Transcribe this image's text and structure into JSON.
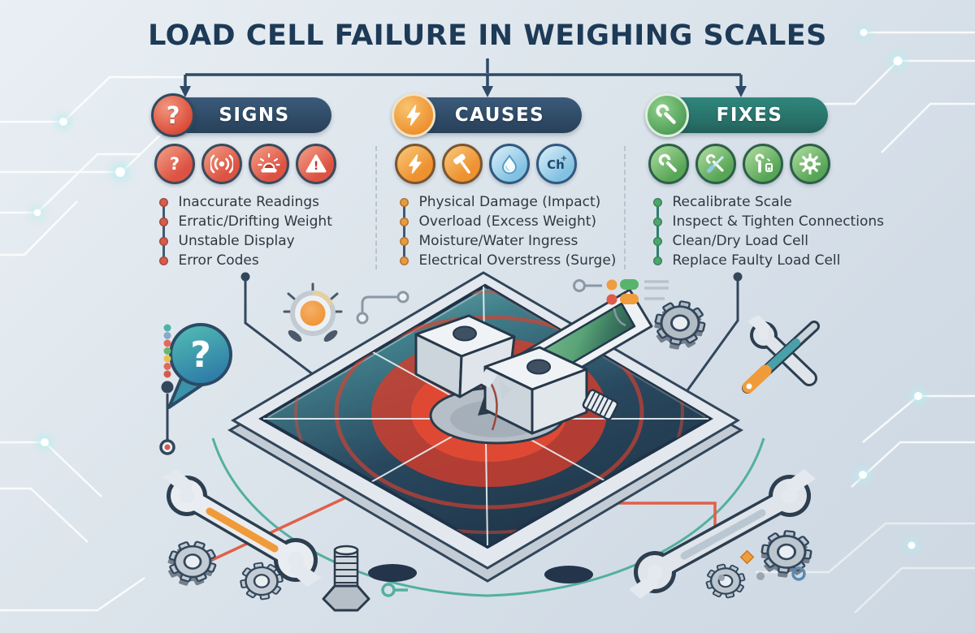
{
  "title": "LOAD CELL FAILURE IN WEIGHING SCALES",
  "columns": [
    {
      "id": "signs",
      "label": "SIGNS",
      "badge_icon": "question-mark",
      "icon_names": [
        "question-circle-icon",
        "vibration-icon",
        "alarm-light-icon",
        "warning-triangle-icon"
      ],
      "items": [
        "Inaccurate Readings",
        "Erratic/Drifting Weight",
        "Unstable Display",
        "Error Codes"
      ]
    },
    {
      "id": "causes",
      "label": "CAUSES",
      "badge_icon": "lightning-bolt",
      "icon_names": [
        "lightning-icon",
        "hammer-icon",
        "water-drop-icon",
        "chemical-icon"
      ],
      "items": [
        "Physical Damage (Impact)",
        "Overload (Excess Weight)",
        "Moisture/Water Ingress",
        "Electrical Overstress (Surge)"
      ]
    },
    {
      "id": "fixes",
      "label": "FIXES",
      "badge_icon": "wrench",
      "icon_names": [
        "wrench-icon",
        "crossed-tools-icon",
        "tool-check-icon",
        "gear-icon"
      ],
      "items": [
        "Recalibrate Scale",
        "Inspect & Tighten Connections",
        "Clean/Dry Load Cell",
        "Replace Faulty Load Cell"
      ]
    }
  ],
  "glyphs": {
    "question_mark": "?",
    "exclamation": "!",
    "chemical": "Ch",
    "plus": "+"
  },
  "colors": {
    "title": "#1d3a57",
    "pill_navy": "#2e4a66",
    "pill_teal": "#276f67",
    "signs_accent": "#dd5343",
    "causes_accent": "#ee9130",
    "fixes_accent": "#57a556",
    "blue_icon": "#82c1e2",
    "alert_red": "#d73c2a",
    "connector_navy": "#2e4a66",
    "lcd_green": "#5aa477",
    "wire_red": "#e0604a",
    "wire_teal": "#53b09e"
  }
}
